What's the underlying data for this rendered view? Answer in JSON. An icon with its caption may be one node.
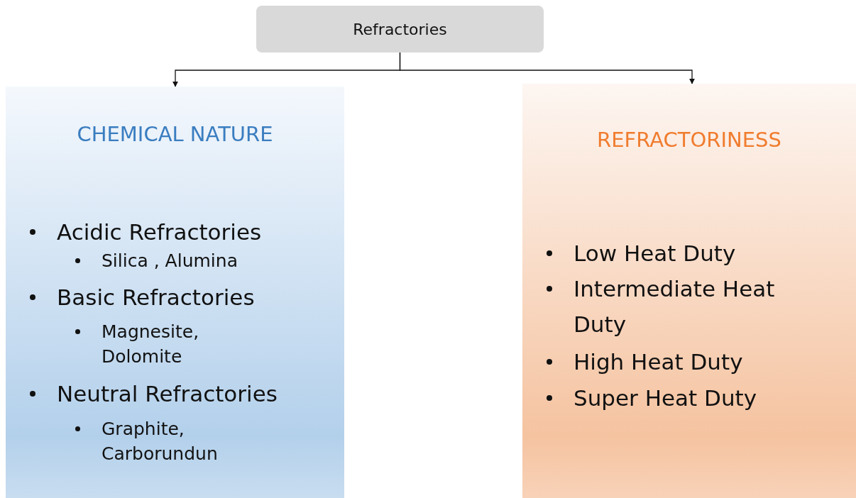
{
  "diagram": {
    "nodes": [
      {
        "text": [
          "Refractories"
        ]
      },
      {
        "text": [
          "CHEMICAL NATURE",
          "Acidic Refractories",
          "Silica , Alumina",
          "Basic Refractories",
          "Magnesite, Dolomite",
          "Neutral Refractories",
          "Graphite, Carborundun"
        ]
      },
      {
        "text": [
          "REFRACTORINESS",
          "Low Heat Duty",
          "Intermediate Heat Duty",
          "High Heat Duty",
          "Super Heat Duty"
        ]
      }
    ],
    "edges": [
      {
        "from": 0,
        "to": 1,
        "arrow": "to"
      },
      {
        "from": 0,
        "to": 2,
        "arrow": "to"
      }
    ]
  }
}
